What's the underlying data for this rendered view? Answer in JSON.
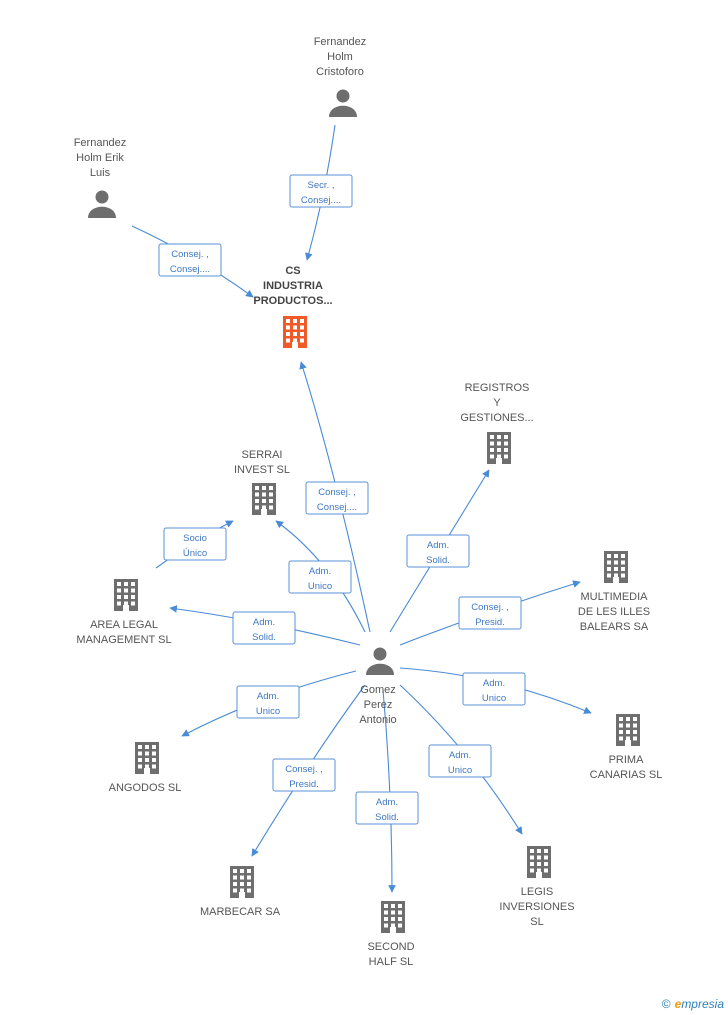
{
  "colors": {
    "edge": "#4a8bd6",
    "role_border": "#5a93d8",
    "role_text": "#3f78c4",
    "node_gray": "#6e6e6e",
    "node_main": "#f05a28"
  },
  "nodes": [
    {
      "id": "cs",
      "type": "company",
      "main": true,
      "lines": [
        "CS",
        "INDUSTRIA",
        "PRODUCTOS..."
      ]
    },
    {
      "id": "cristoforo",
      "type": "person",
      "lines": [
        "Fernandez",
        "Holm",
        "Cristoforo"
      ]
    },
    {
      "id": "erik",
      "type": "person",
      "lines": [
        "Fernandez",
        "Holm Erik",
        "Luis"
      ]
    },
    {
      "id": "gomez",
      "type": "person",
      "lines": [
        "Gomez",
        "Perez",
        "Antonio"
      ]
    },
    {
      "id": "registros",
      "type": "company",
      "lines": [
        "REGISTROS",
        "Y",
        "GESTIONES..."
      ]
    },
    {
      "id": "serrai",
      "type": "company",
      "lines": [
        "SERRAI",
        "INVEST SL"
      ]
    },
    {
      "id": "multimedia",
      "type": "company",
      "lines": [
        "MULTIMEDIA",
        "DE LES ILLES",
        "BALEARS SA"
      ]
    },
    {
      "id": "area",
      "type": "company",
      "lines": [
        "AREA LEGAL",
        "MANAGEMENT SL"
      ]
    },
    {
      "id": "prima",
      "type": "company",
      "lines": [
        "PRIMA",
        "CANARIAS SL"
      ]
    },
    {
      "id": "angodos",
      "type": "company",
      "lines": [
        "ANGODOS SL"
      ]
    },
    {
      "id": "legis",
      "type": "company",
      "lines": [
        "LEGIS",
        "INVERSIONES",
        "SL"
      ]
    },
    {
      "id": "marbecar",
      "type": "company",
      "lines": [
        "MARBECAR SA"
      ]
    },
    {
      "id": "second",
      "type": "company",
      "lines": [
        "SECOND",
        "HALF SL"
      ]
    }
  ],
  "edges": [
    {
      "from": "cristoforo",
      "to": "cs",
      "role": [
        "Secr. ,",
        "Consej...."
      ]
    },
    {
      "from": "erik",
      "to": "cs",
      "role": [
        "Consej. ,",
        "Consej...."
      ]
    },
    {
      "from": "gomez",
      "to": "cs",
      "role": [
        "Consej. ,",
        "Consej...."
      ]
    },
    {
      "from": "gomez",
      "to": "registros",
      "role": [
        "Adm.",
        "Solid."
      ]
    },
    {
      "from": "gomez",
      "to": "serrai",
      "role": [
        "Adm.",
        "Unico"
      ]
    },
    {
      "from": "area",
      "to": "serrai",
      "role": [
        "Socio",
        "Único"
      ]
    },
    {
      "from": "gomez",
      "to": "multimedia",
      "role": [
        "Consej. ,",
        "Presid."
      ]
    },
    {
      "from": "gomez",
      "to": "area",
      "role": [
        "Adm.",
        "Solid."
      ]
    },
    {
      "from": "gomez",
      "to": "prima",
      "role": [
        "Adm.",
        "Unico"
      ]
    },
    {
      "from": "gomez",
      "to": "angodos",
      "role": [
        "Adm.",
        "Unico"
      ]
    },
    {
      "from": "gomez",
      "to": "legis",
      "role": [
        "Adm.",
        "Unico"
      ]
    },
    {
      "from": "gomez",
      "to": "marbecar",
      "role": [
        "Consej. ,",
        "Presid."
      ]
    },
    {
      "from": "gomez",
      "to": "second",
      "role": [
        "Adm.",
        "Solid."
      ]
    }
  ],
  "brand": {
    "copyright": "©",
    "e": "e",
    "rest": "mpresia"
  }
}
